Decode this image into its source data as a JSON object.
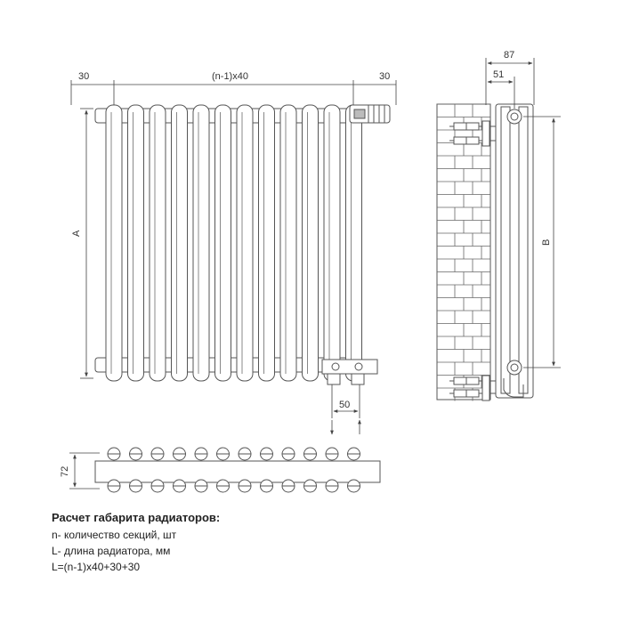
{
  "front_view": {
    "dim_left": "30",
    "dim_pitch": "(n-1)x40",
    "dim_right": "30",
    "dim_height": "A",
    "dim_connection": "50"
  },
  "side_view": {
    "dim_depth_total": "87",
    "dim_depth_axis": "51",
    "dim_axis_distance": "B"
  },
  "top_view": {
    "dim_width": "72"
  },
  "notes": {
    "title": "Расчет   габарита радиаторов:",
    "line1": "n- количество секций, шт",
    "line2": "L- длина радиатора, мм",
    "line3": "L=(n-1)x40+30+30"
  }
}
